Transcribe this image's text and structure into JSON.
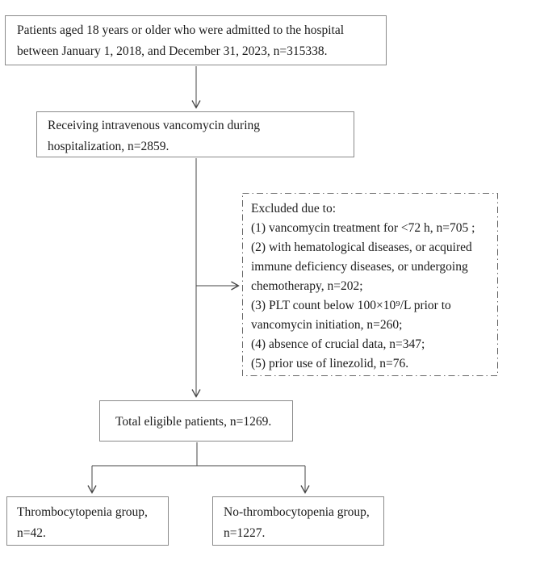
{
  "flowchart": {
    "boxes": {
      "admitted": {
        "lines": [
          "Patients aged 18 years or older who were admitted to the hospital",
          "between January 1, 2018, and December 31, 2023, n=315338."
        ]
      },
      "vancomycin": {
        "lines": [
          "Receiving intravenous vancomycin during",
          "hospitalization, n=2859."
        ]
      },
      "excluded": {
        "lines": [
          "Excluded due to:",
          "(1) vancomycin treatment for <72 h, n=705 ;",
          "(2) with hematological diseases, or acquired",
          "immune deficiency diseases, or undergoing",
          "chemotherapy, n=202;",
          "(3) PLT count below 100×10⁹/L prior to",
          "vancomycin initiation, n=260;",
          "(4) absence of crucial data, n=347;",
          "(5) prior use of linezolid, n=76."
        ]
      },
      "total": {
        "lines": [
          "Total eligible patients, n=1269."
        ]
      },
      "thrombocytopenia": {
        "lines": [
          "Thrombocytopenia group,",
          "n=42."
        ]
      },
      "no_thrombocytopenia": {
        "lines": [
          "No-thrombocytopenia group,",
          "n=1227."
        ]
      }
    },
    "colors": {
      "box_border": "#8a8a8a",
      "dashed_border": "#666666",
      "connector": "#454545",
      "text": "#1b1b1b",
      "background": "#ffffff"
    }
  }
}
